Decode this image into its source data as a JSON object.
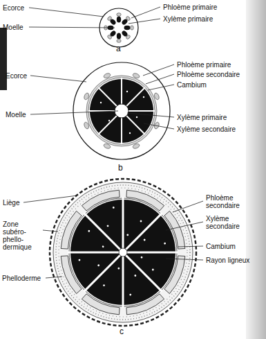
{
  "diagram": {
    "labels": [
      "Ecorce",
      "Phloème primaire",
      "Moelle",
      "Xylème primaire",
      "a",
      "Ecorce",
      "Phloème primaire",
      "Phloème secondaire",
      "Cambium",
      "Moelle",
      "Xylème primaire",
      "Xylème secondaire",
      "b",
      "Liège",
      "Phloème secondaire",
      "Xylème secondaire",
      "Zone subéro- phello- dermique",
      "Cambium",
      "Rayon ligneux",
      "Phelloderme",
      "c"
    ]
  }
}
